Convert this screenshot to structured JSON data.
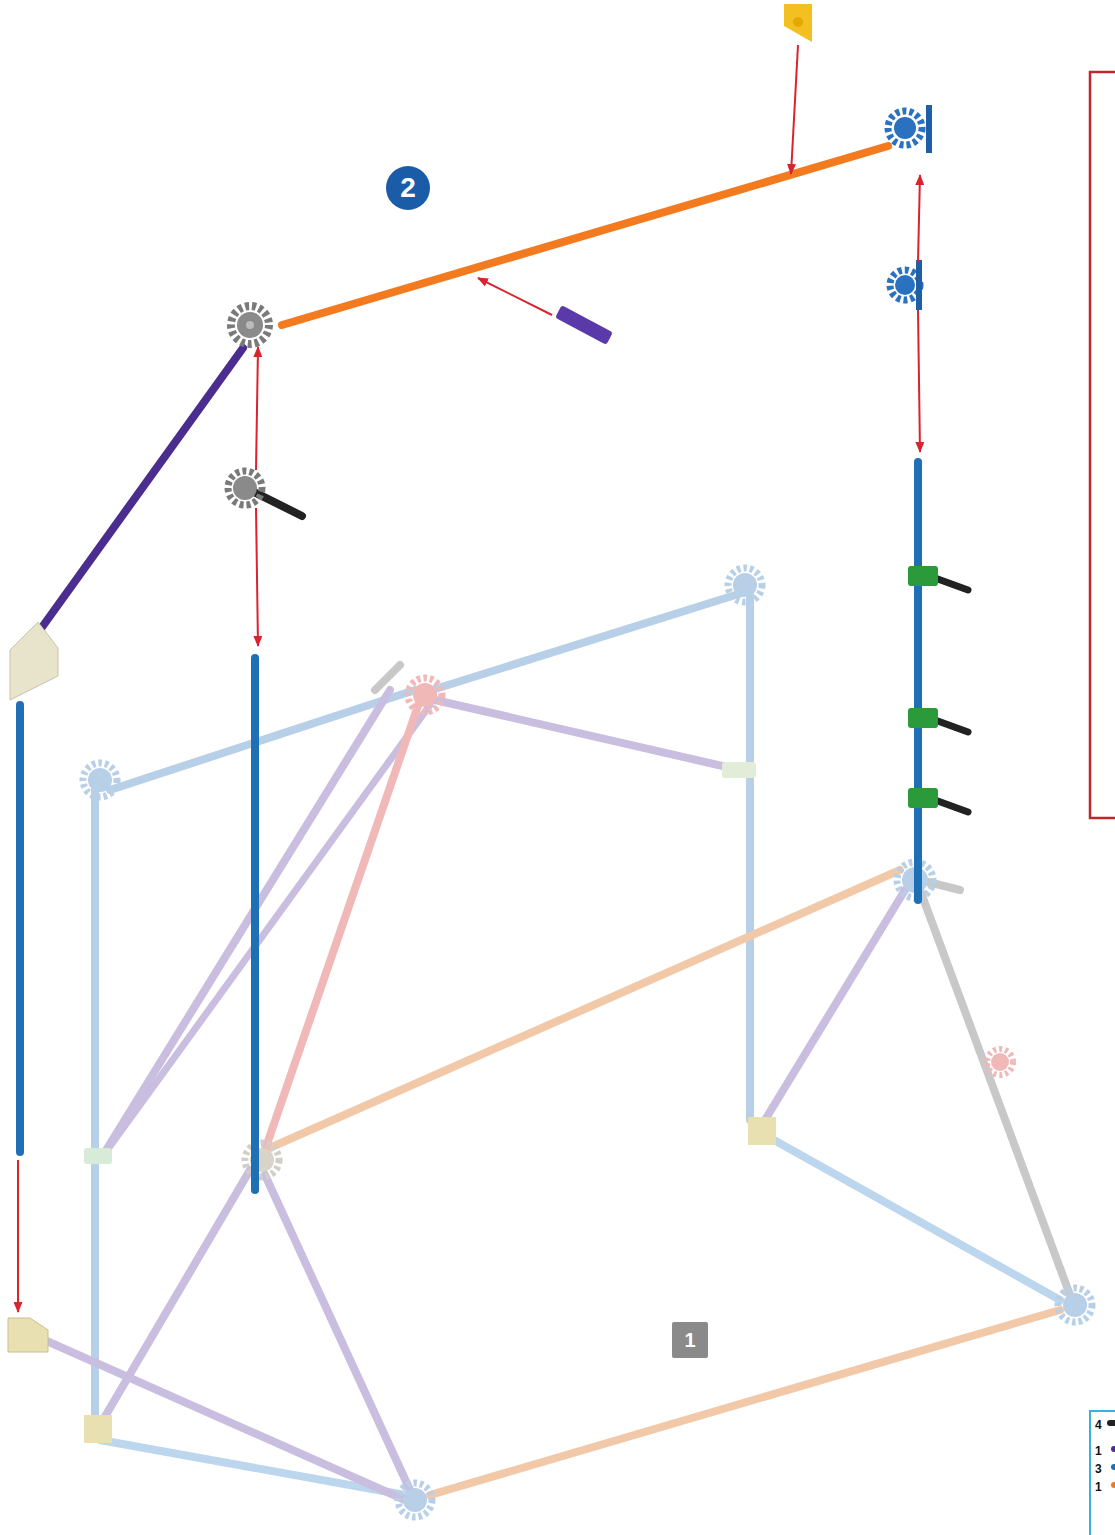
{
  "diagram": {
    "nodes": [
      {
        "text": [
          "2"
        ]
      },
      {
        "text": [
          "1"
        ]
      },
      {
        "text": [
          "4",
          "1",
          "3",
          "1"
        ]
      }
    ]
  }
}
